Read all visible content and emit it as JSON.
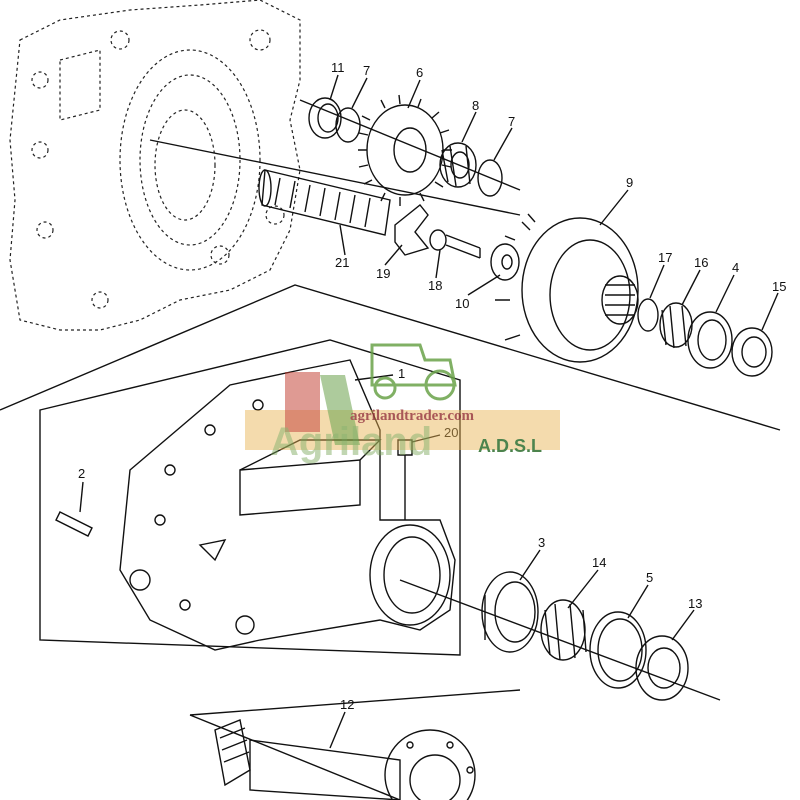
{
  "diagram": {
    "callouts": [
      {
        "id": "c11",
        "label": "11"
      },
      {
        "id": "c7a",
        "label": "7"
      },
      {
        "id": "c6",
        "label": "6"
      },
      {
        "id": "c8",
        "label": "8"
      },
      {
        "id": "c7b",
        "label": "7"
      },
      {
        "id": "c9",
        "label": "9"
      },
      {
        "id": "c21",
        "label": "21"
      },
      {
        "id": "c19",
        "label": "19"
      },
      {
        "id": "c18",
        "label": "18"
      },
      {
        "id": "c10",
        "label": "10"
      },
      {
        "id": "c17",
        "label": "17"
      },
      {
        "id": "c16",
        "label": "16"
      },
      {
        "id": "c4",
        "label": "4"
      },
      {
        "id": "c15",
        "label": "15"
      },
      {
        "id": "c1",
        "label": "1"
      },
      {
        "id": "c20",
        "label": "20"
      },
      {
        "id": "c2",
        "label": "2"
      },
      {
        "id": "c3",
        "label": "3"
      },
      {
        "id": "c14",
        "label": "14"
      },
      {
        "id": "c5",
        "label": "5"
      },
      {
        "id": "c13",
        "label": "13"
      },
      {
        "id": "c12",
        "label": "12"
      }
    ]
  },
  "watermark": {
    "url": "agrilandtrader.com",
    "brand": "Agriland",
    "suffix": "A.D.S.L",
    "colors": {
      "green": "#5d9a3c",
      "red": "#c0392b",
      "orange": "#e8a23a"
    }
  }
}
